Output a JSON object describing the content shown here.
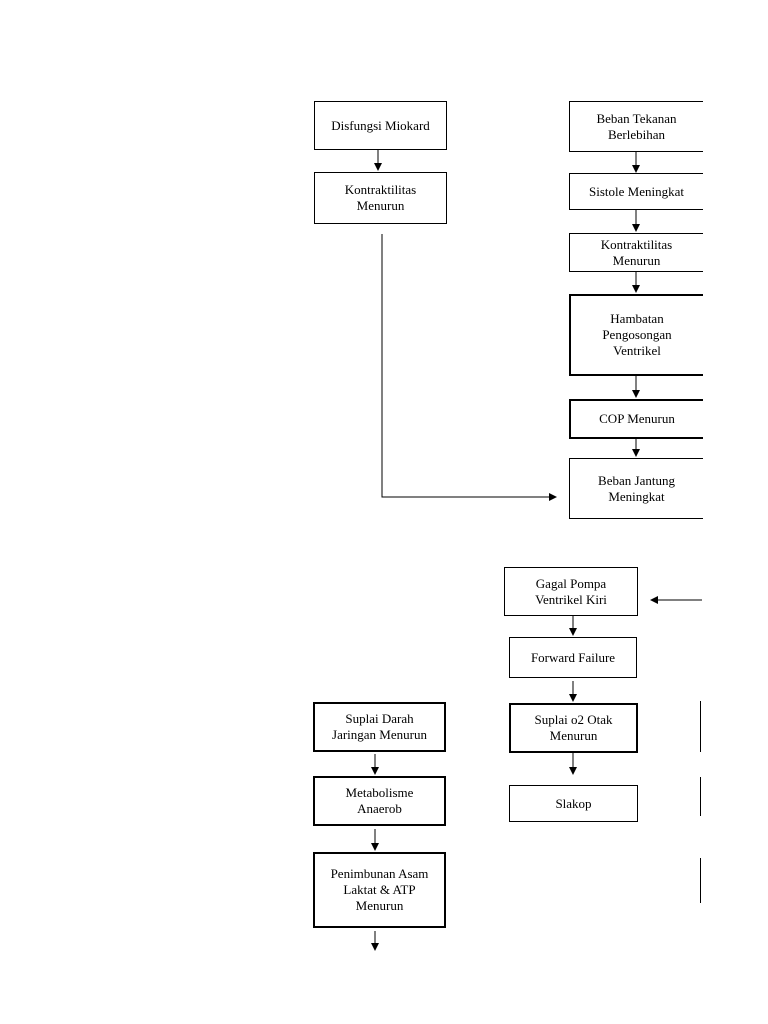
{
  "nodes": {
    "disfungsi_miokard": "Disfungsi Miokard",
    "kontraktilitas_left": "Kontraktilitas\nMenurun",
    "beban_tekanan": "Beban Tekanan\nBerlebihan",
    "sistole": "Sistole Meningkat",
    "kontraktilitas_right": "Kontraktilitas\nMenurun",
    "hambatan": "Hambatan\nPengosongan\nVentrikel",
    "cop": "COP Menurun",
    "beban_jantung": "Beban Jantung\nMeningkat",
    "gagal_pompa": "Gagal Pompa\nVentrikel Kiri",
    "forward_failure": "Forward Failure",
    "suplai_o2": "Suplai o2 Otak\nMenurun",
    "slakop": "Slakop",
    "suplai_darah": "Suplai Darah\nJaringan Menurun",
    "metabolisme": "Metabolisme\nAnaerob",
    "penimbunan": "Penimbunan Asam\nLaktat & ATP\nMenurun"
  }
}
